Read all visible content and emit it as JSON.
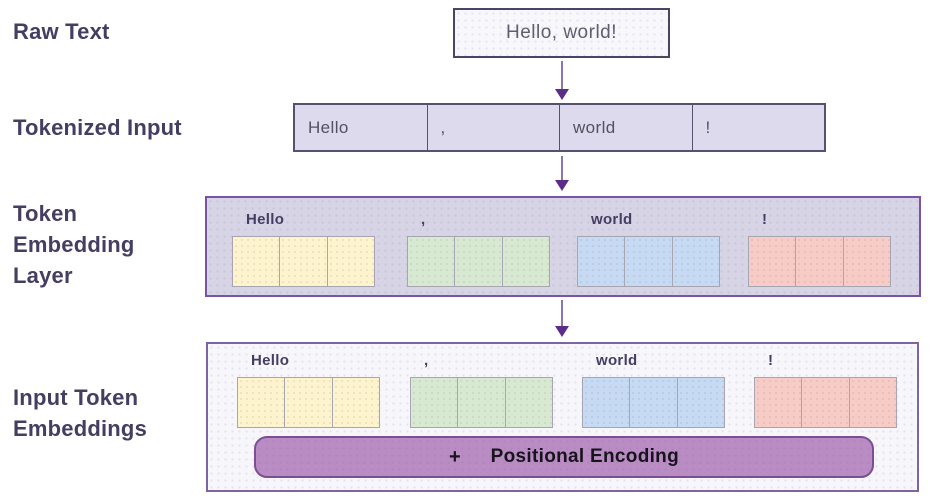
{
  "stages": {
    "raw_text_label": "Raw Text",
    "tokenized_label": "Tokenized Input",
    "embedding_layer_label": "Token Embedding Layer",
    "input_embeddings_label": "Input Token Embeddings"
  },
  "raw_text": {
    "value": "Hello, world!"
  },
  "tokens": [
    "Hello",
    ",",
    "world",
    "!"
  ],
  "embedding": {
    "cells_per_token": 3
  },
  "positional": {
    "operator": "+",
    "label": "Positional Encoding"
  },
  "colors": {
    "label_text": "#463d62",
    "arrow_head": "#5c2c8a",
    "arrow_shaft": "#8d76ae",
    "tokenized_row_fill": "#dcdaec",
    "embedding_box_fill": "#d7d4e6",
    "embedding_box_border": "#7b53a6",
    "input_box_fill": "#f7f6fb",
    "positional_bar_fill": "#ba8cc4",
    "positional_bar_border": "#7b4f93",
    "token_palette": [
      {
        "token": "Hello",
        "fill": "#fdf3cd"
      },
      {
        "token": ",",
        "fill": "#d7e9d0"
      },
      {
        "token": "world",
        "fill": "#c6daf3"
      },
      {
        "token": "!",
        "fill": "#f7cbc6"
      }
    ]
  }
}
